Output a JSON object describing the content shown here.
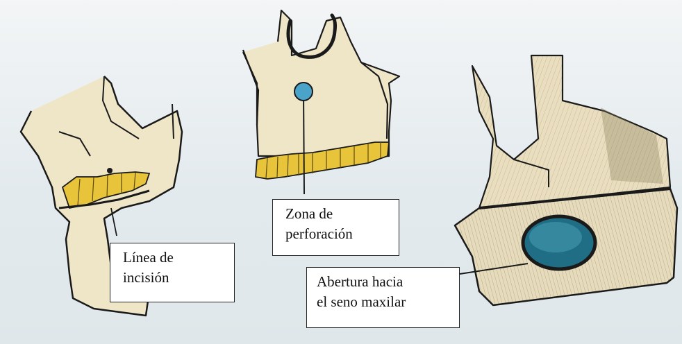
{
  "labels": {
    "incision": [
      "Línea de",
      "incisión"
    ],
    "perforacion": [
      "Zona de",
      "perforación"
    ],
    "abertura": [
      "Abertura hacia",
      "el seno maxilar"
    ]
  },
  "colors": {
    "bone": "#efe6c8",
    "teeth": "#e8c43a",
    "perforation_zone": "#4aa3c8",
    "sinus_opening": "#1f6e86",
    "ink": "#1a1a1a"
  }
}
